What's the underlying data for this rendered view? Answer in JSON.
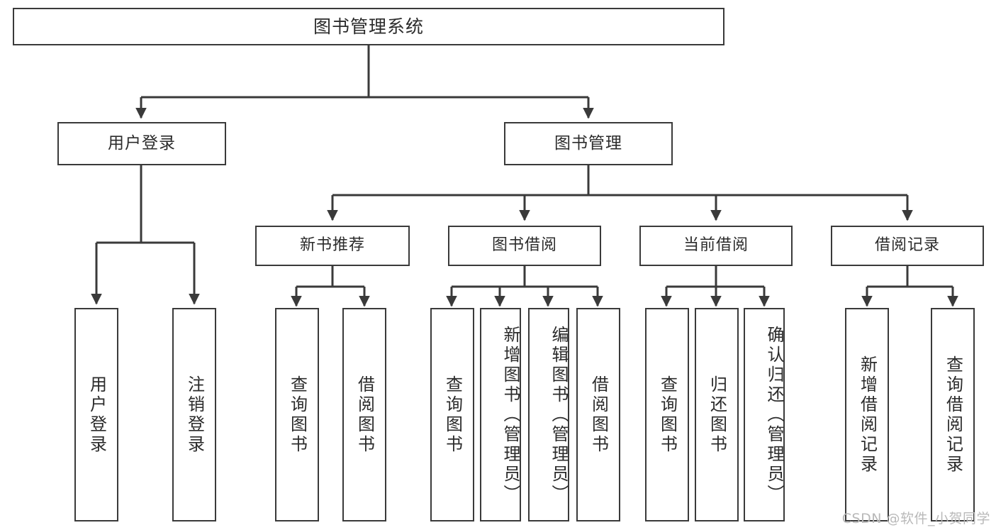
{
  "diagram": {
    "title": "图书管理系统",
    "watermark": "CSDN @软件_小贺同学",
    "stroke_color": "#3a3a3a",
    "text_color": "#2b2b2b",
    "background_color": "#ffffff",
    "watermark_color": "#b9b9b9"
  },
  "nodes": {
    "root": {
      "label": "图书管理系统"
    },
    "level2": [
      {
        "label": "用户登录"
      },
      {
        "label": "图书管理"
      }
    ],
    "level3": [
      {
        "label": "新书推荐"
      },
      {
        "label": "图书借阅"
      },
      {
        "label": "当前借阅"
      },
      {
        "label": "借阅记录"
      }
    ],
    "leaves": {
      "user_login": [
        {
          "label": "用户登录"
        },
        {
          "label": "注销登录"
        }
      ],
      "new_book": [
        {
          "label": "查询图书"
        },
        {
          "label": "借阅图书"
        }
      ],
      "book_borrow": [
        {
          "label": "查询图书"
        },
        {
          "label": "新增图书（管理员）"
        },
        {
          "label": "编辑图书（管理员）"
        },
        {
          "label": "借阅图书"
        }
      ],
      "current_borrow": [
        {
          "label": "查询图书"
        },
        {
          "label": "归还图书"
        },
        {
          "label": "确认归还（管理员）"
        }
      ],
      "borrow_record": [
        {
          "label": "新增借阅记录"
        },
        {
          "label": "查询借阅记录"
        }
      ]
    }
  }
}
